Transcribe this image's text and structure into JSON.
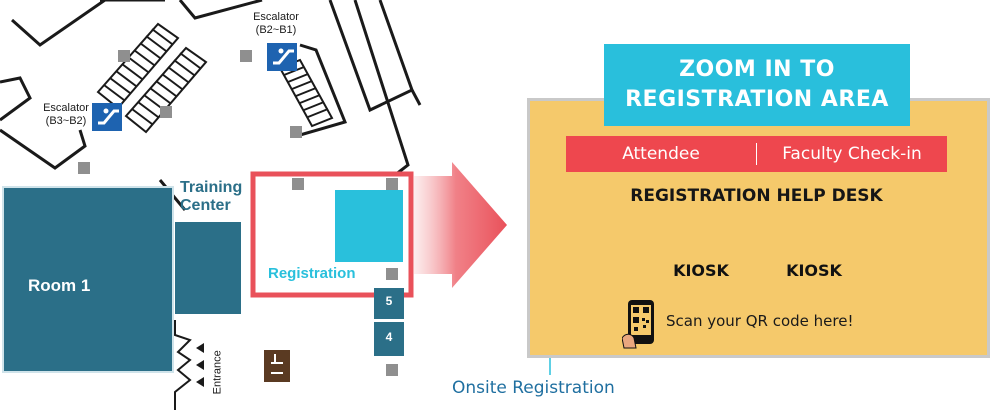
{
  "map": {
    "escalator_top": {
      "title": "Escalator",
      "range": "(B2~B1)"
    },
    "escalator_left": {
      "title": "Escalator",
      "range": "(B3~B2)"
    },
    "training_center": {
      "line1": "Training",
      "line2": "Center"
    },
    "room1": "Room 1",
    "registration": "Registration",
    "entrance": "Entrance",
    "booth_5": "5",
    "booth_4": "4"
  },
  "zoom": {
    "title_line1": "ZOOM IN TO",
    "title_line2": "REGISTRATION AREA",
    "attendee": "Attendee",
    "faculty": "Faculty Check-in",
    "help_desk": "REGISTRATION HELP DESK",
    "kiosk1": "KIOSK",
    "kiosk2": "KIOSK",
    "scan": "Scan your QR code here!",
    "onsite": "Onsite Registration"
  },
  "colors": {
    "room": "#2b6f88",
    "teal": "#2b6f88",
    "cyan": "#29c0dc",
    "highlight_red": "#e9515a",
    "zoom_bg": "#f5c96b",
    "checkin_red": "#ee474e",
    "escalator_blue": "#1e63b0",
    "onsite_text": "#1f6fa0",
    "cafe_brown": "#5a3a22"
  },
  "icons": [
    "escalator-icon",
    "cafe-icon",
    "qr-phone-icon",
    "arrow-right-icon",
    "entrance-arrow-icon"
  ]
}
